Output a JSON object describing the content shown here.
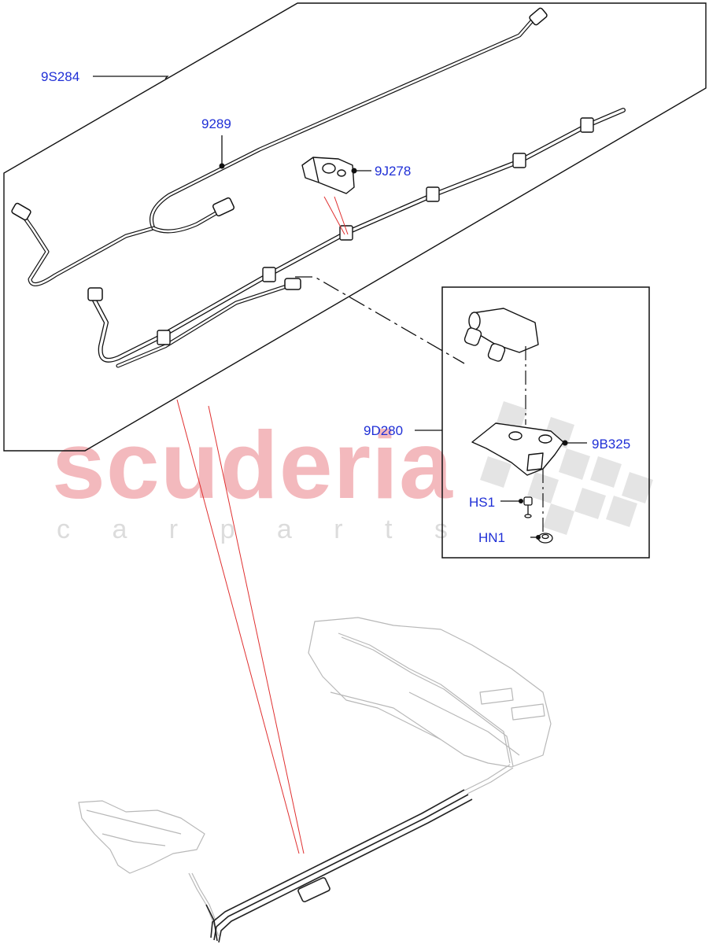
{
  "callouts": {
    "c9S284": "9S284",
    "c9289": "9289",
    "c9J278": "9J278",
    "c9D280": "9D280",
    "c9B325": "9B325",
    "cHS1": "HS1",
    "cHN1": "HN1"
  },
  "watermark": {
    "brand": "scuderia",
    "tagline": "c a r   p a r t s",
    "color": "#f3b9bd",
    "sub_color": "#dcdcdc"
  },
  "colors": {
    "callout_text": "#1f2fd6",
    "line": "#111111",
    "pointer": "#e03030",
    "ghost": "#b8b8b8"
  }
}
